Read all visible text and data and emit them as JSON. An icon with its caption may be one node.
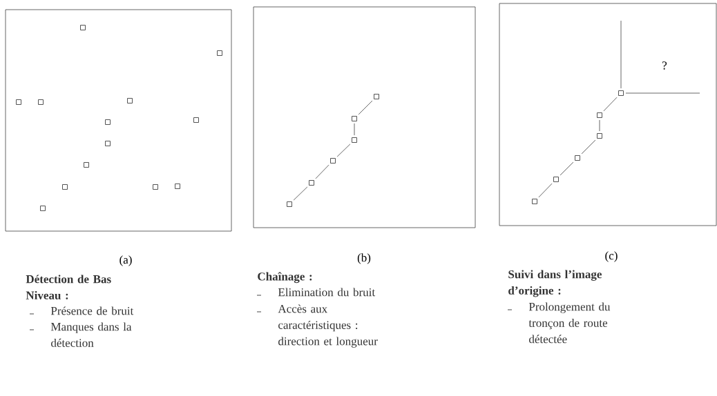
{
  "diagram": {
    "nodes": [
      {
        "text": [],
        "shape": "box",
        "beside": [
          "(a)"
        ]
      },
      {
        "text": [],
        "shape": "box",
        "in": 0
      },
      {
        "text": [],
        "shape": "box",
        "in": 0
      },
      {
        "text": [],
        "shape": "box",
        "in": 0
      },
      {
        "text": [],
        "shape": "box",
        "in": 0
      },
      {
        "text": [],
        "shape": "box",
        "in": 0
      },
      {
        "text": [],
        "shape": "box",
        "in": 0
      },
      {
        "text": [],
        "shape": "box",
        "in": 0
      },
      {
        "text": [],
        "shape": "box",
        "in": 0
      },
      {
        "text": [],
        "shape": "box",
        "in": 0
      },
      {
        "text": [],
        "shape": "box",
        "in": 0
      },
      {
        "text": [],
        "shape": "box",
        "in": 0
      },
      {
        "text": [],
        "shape": "box",
        "in": 0
      },
      {
        "text": [],
        "shape": "box",
        "in": 0
      },
      {
        "text": [],
        "shape": "box",
        "beside": [
          "(b)"
        ]
      },
      {
        "text": [],
        "shape": "box",
        "in": 14
      },
      {
        "text": [],
        "shape": "box",
        "in": 14
      },
      {
        "text": [],
        "shape": "box",
        "in": 14
      },
      {
        "text": [],
        "shape": "box",
        "in": 14
      },
      {
        "text": [],
        "shape": "box",
        "in": 14
      },
      {
        "text": [],
        "shape": "box",
        "in": 14
      },
      {
        "text": [],
        "shape": "box",
        "beside": [
          "(c)"
        ]
      },
      {
        "text": [],
        "shape": "box",
        "in": 21
      },
      {
        "text": [],
        "shape": "box",
        "in": 21
      },
      {
        "text": [],
        "shape": "box",
        "in": 21
      },
      {
        "text": [],
        "shape": "box",
        "in": 21
      },
      {
        "text": [],
        "shape": "box",
        "in": 21
      },
      {
        "text": [],
        "shape": "box",
        "in": 21
      }
    ],
    "edges": [
      {
        "from": 15,
        "to": 16,
        "arrow": "none"
      },
      {
        "from": 16,
        "to": 17,
        "arrow": "none"
      },
      {
        "from": 17,
        "to": 18,
        "arrow": "none"
      },
      {
        "from": 18,
        "to": 19,
        "arrow": "none"
      },
      {
        "from": 19,
        "to": 20,
        "arrow": "none"
      },
      {
        "from": 22,
        "to": null,
        "arrow": "none"
      },
      {
        "from": 22,
        "to": null,
        "arrow": "none"
      },
      {
        "from": 22,
        "to": 23,
        "arrow": "none"
      },
      {
        "from": 23,
        "to": 24,
        "arrow": "none"
      },
      {
        "from": 24,
        "to": 25,
        "arrow": "none"
      },
      {
        "from": 25,
        "to": 26,
        "arrow": "none"
      },
      {
        "from": 26,
        "to": 27,
        "arrow": "none"
      }
    ],
    "labels": [
      "?",
      "Détection de Bas Niveau :",
      "Présence de bruit",
      "Manques dans la détection",
      "Chaînage :",
      "Elimination du bruit",
      "Accès aux caractéristiques : direction et longueur",
      "Suivi dans l’image d’origine :",
      "Prolongement du tronçon de route détectée"
    ]
  }
}
